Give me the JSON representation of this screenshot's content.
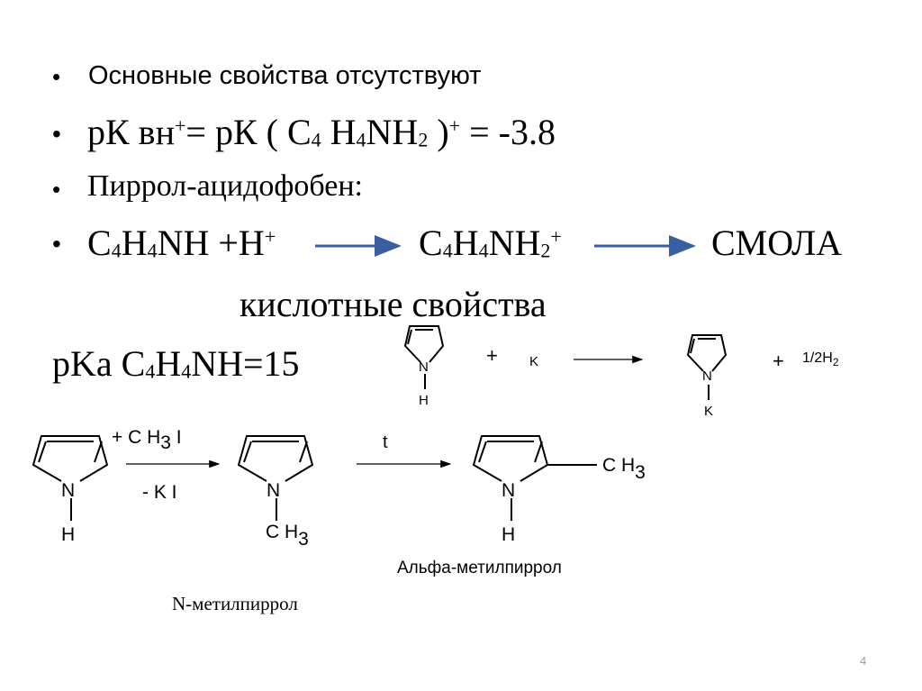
{
  "lines": {
    "line1": {
      "bullet": "•",
      "text": "Основные свойства отсутствуют"
    },
    "line2": {
      "bullet": "•",
      "pk_vn": "рК вн",
      "plus1": "+",
      "eq_pk": "= рК ( С",
      "four1": "4",
      "h": " Н",
      "four2": "4",
      "nh": "NH",
      "two": "2",
      "close": " )",
      "plus2": "+",
      "value": " = -3.8"
    },
    "line3": {
      "bullet": "•",
      "text": "Пиррол-ацидофобен:"
    },
    "line4": {
      "bullet": "•",
      "c": "С",
      "four1": "4",
      "h": "Н",
      "four2": "4",
      "nh": "NH ",
      "plus_h": "+Н",
      "plus": "+",
      "c2": "С",
      "four3": "4",
      "h2": "Н",
      "four4": "4",
      "nh2": "NH",
      "two": "2",
      "plus3": "+",
      "product": "СМОЛА"
    },
    "line5": {
      "text": "кислотные свойства"
    },
    "line6": {
      "pka": "pKa С",
      "four1": "4",
      "h": "Н",
      "four2": "4",
      "nh": "NH=15"
    }
  },
  "reaction1": {
    "plus": "+",
    "k": "K",
    "n1": "N",
    "h1": "H",
    "n2": "N",
    "k2": "K",
    "plus2": "+",
    "half_h2": "1/2",
    "h2": "H",
    "h2_sub": "2"
  },
  "reaction2": {
    "n1": "N",
    "h1": "H",
    "reagent_top": "+ C H",
    "reagent_top_sub": "3",
    "reagent_top_end": " I",
    "reagent_bottom": "- K I",
    "n2": "N",
    "ch3_n": "C H",
    "ch3_n_sub": "3",
    "heat": "t",
    "n3": "N",
    "h3": "H",
    "ch3_c": "C H",
    "ch3_c_sub": "3"
  },
  "captions": {
    "alpha": "Альфа-метилпиррол",
    "n_methyl": "N-метилпиррол"
  },
  "page_number": "4",
  "colors": {
    "arrow_blue": "#3a5fa0",
    "text": "#000000",
    "page_number": "#9a9a9a"
  }
}
